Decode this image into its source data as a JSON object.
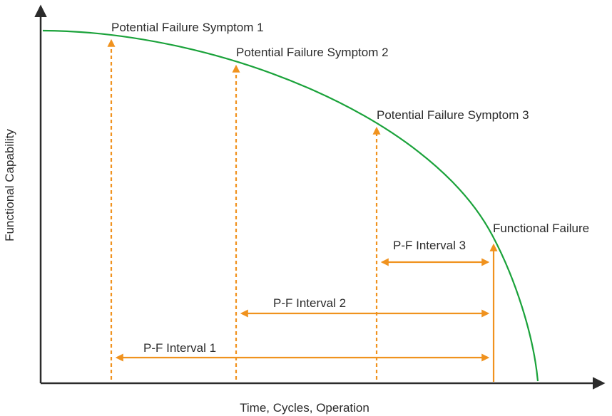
{
  "axes": {
    "x_label": "Time, Cycles, Operation",
    "y_label": "Functional Capability"
  },
  "symptoms": [
    {
      "label": "Potential Failure Symptom 1"
    },
    {
      "label": "Potential Failure Symptom 2"
    },
    {
      "label": "Potential Failure Symptom 3"
    }
  ],
  "failure": {
    "label": "Functional Failure"
  },
  "intervals": [
    {
      "label": "P-F Interval 1"
    },
    {
      "label": "P-F Interval 2"
    },
    {
      "label": "P-F Interval 3"
    }
  ],
  "colors": {
    "curve": "#1aa23a",
    "arrows": "#f0921e",
    "axis": "#2b2b2b",
    "text": "#2b2b2b"
  }
}
